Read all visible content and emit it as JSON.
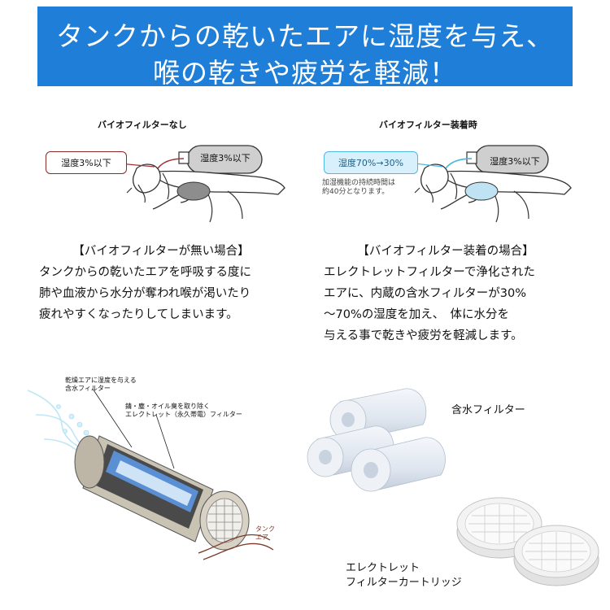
{
  "banner": {
    "line1": "タンクからの乾いたエアに湿度を与え、",
    "line2": "喉の乾きや疲労を軽減！"
  },
  "left_figure": {
    "caption": "バイオフィルターなし",
    "humidity_left": "湿度3%以下",
    "humidity_tank": "湿度3%以下"
  },
  "right_figure": {
    "caption": "バイオフィルター装着時",
    "humidity_left": "湿度70%→30%",
    "humidity_tank": "湿度3%以下",
    "note_line1": "加湿機能の持続時間は",
    "note_line2": "約40分となります。"
  },
  "left_text": {
    "heading": "【バイオフィルターが無い場合】",
    "lines": [
      "タンクからの乾いたエアを呼吸する度に",
      "肺や血液から水分が奪われ喉が渇いたり",
      "疲れやすくなったりしてしまいます。"
    ]
  },
  "right_text": {
    "heading": "【バイオフィルター装着の場合】",
    "lines": [
      "エレクトレットフィルターで浄化された",
      "エアに、内蔵の含水フィルターが30%",
      "～70%の湿度を加え、　体に水分を",
      "与える事で乾きや疲労を軽減します。"
    ]
  },
  "cutaway": {
    "label1_line1": "乾燥エアに湿度を与える",
    "label1_line2": "含水フィルター",
    "label2_line1": "錆・塵・オイル臭を取り除く",
    "label2_line2": "エレクトレット（永久帯電）フィルター",
    "tank_air_line1": "タンク",
    "tank_air_line2": "エア"
  },
  "products": {
    "water_filter_label": "含水フィルター",
    "cartridge_label_line1": "エレクトレット",
    "cartridge_label_line2": "フィルターカートリッジ"
  },
  "colors": {
    "banner": "#1f7fd8",
    "dry_label_border": "#8a2a2a",
    "humid_label_bg": "#d8f0fb",
    "humid_label_border": "#4fb8e0"
  }
}
